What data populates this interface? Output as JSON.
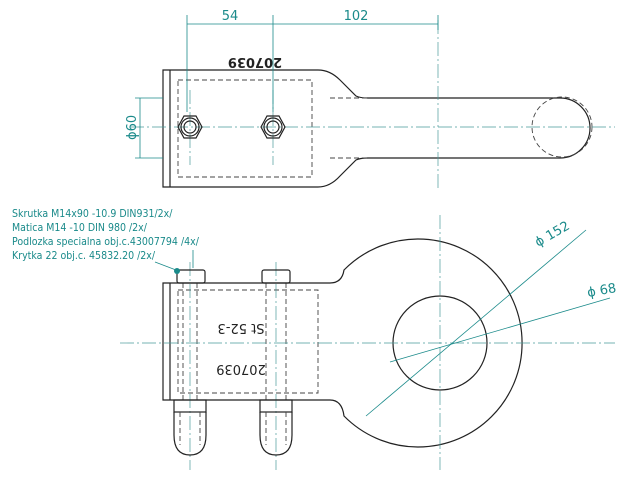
{
  "dimensions": {
    "top_spacing_1": "54",
    "top_spacing_2": "102",
    "arm_diameter": "ϕ60",
    "ring_outer_diameter": "ϕ 152",
    "ring_inner_diameter": "ϕ 68"
  },
  "parts_list": [
    "Skrutka M14x90 -10.9 DIN931/2x/",
    "Matica M14 -10 DIN 980 /2x/",
    "Podlozka specialna obj.c.43007794 /4x/",
    "Krytka 22 obj.c. 45832.20 /2x/"
  ],
  "engravings": {
    "top_view_code": "207039",
    "grade": "St 52-3",
    "part_number": "207039"
  },
  "colors": {
    "dimension": "#1a8a8a",
    "outline": "#222222"
  }
}
